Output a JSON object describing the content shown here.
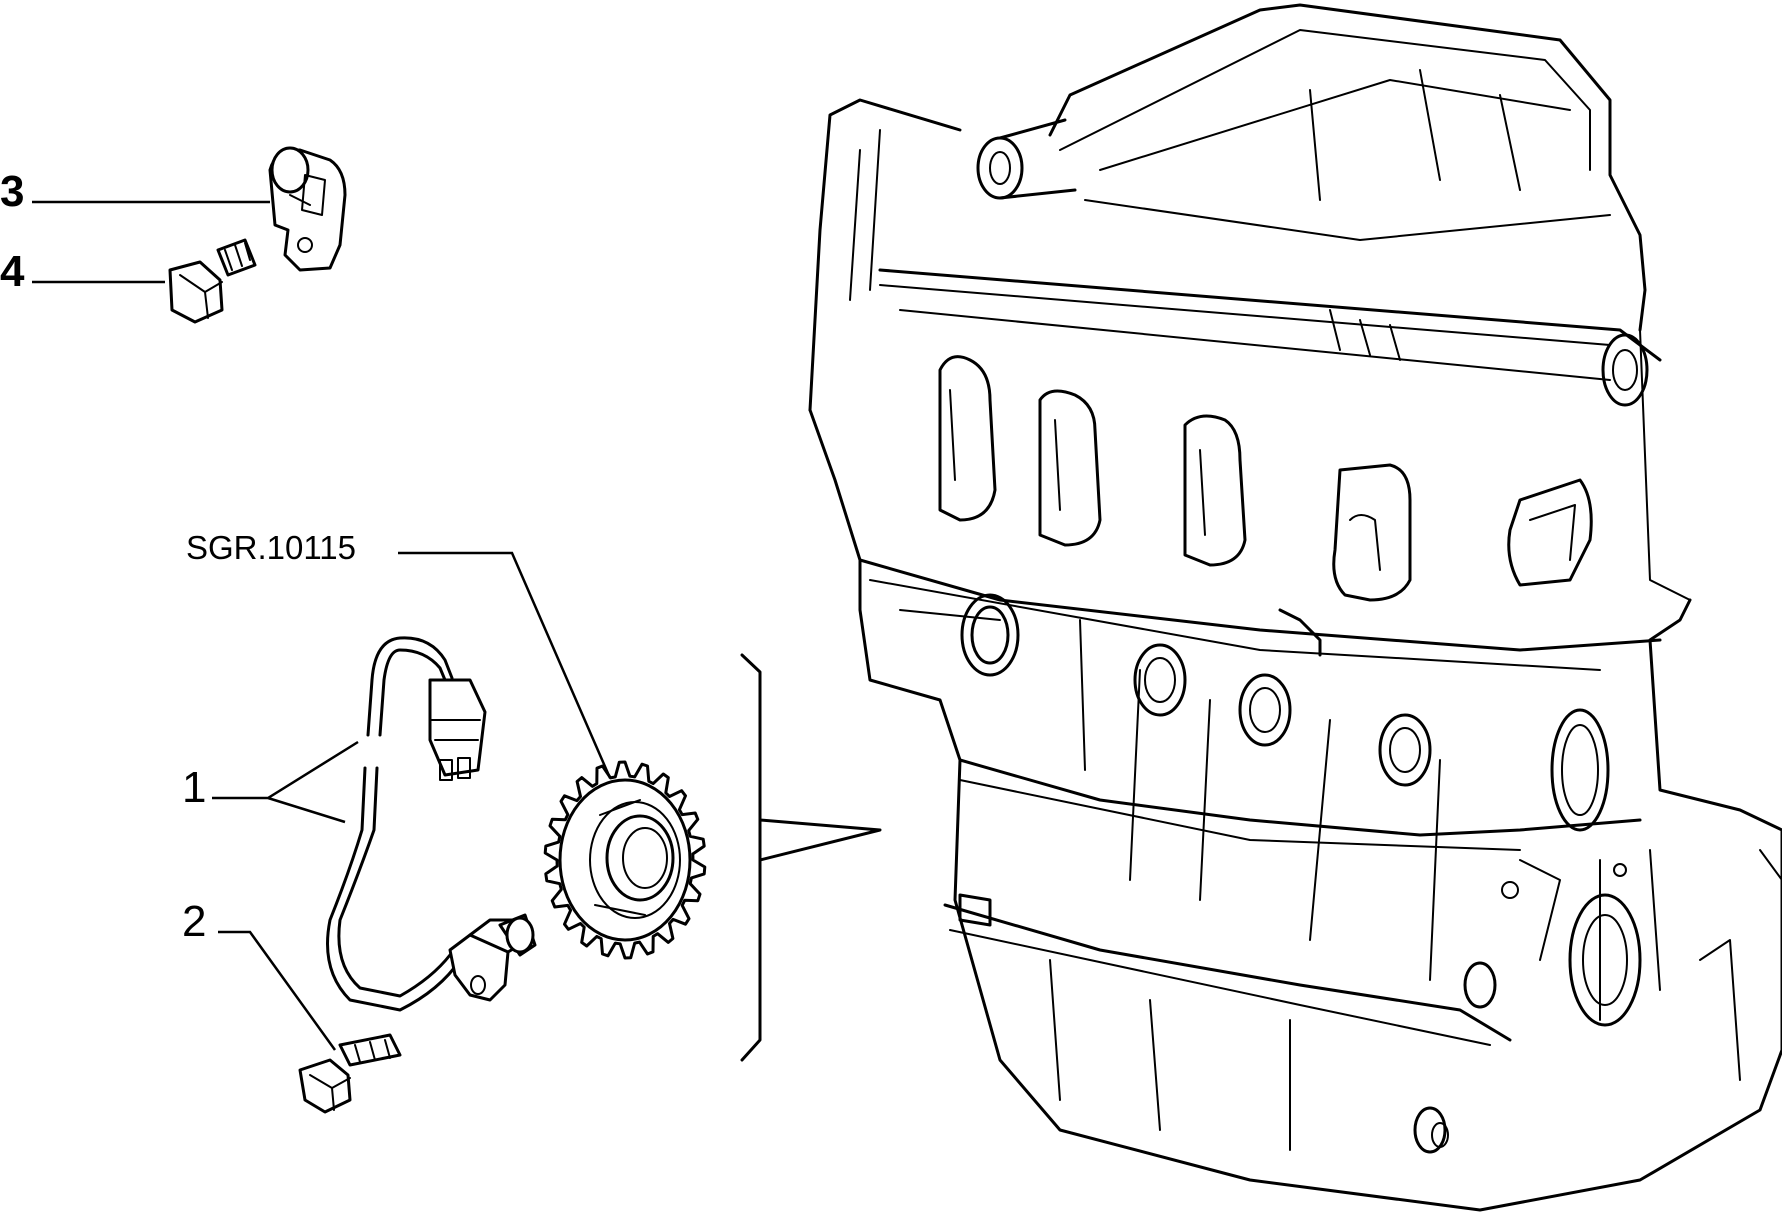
{
  "labels": {
    "part_1": "1",
    "part_2": "2",
    "part_3": "3",
    "part_4": "4",
    "reference_group": "SGR.10115"
  }
}
